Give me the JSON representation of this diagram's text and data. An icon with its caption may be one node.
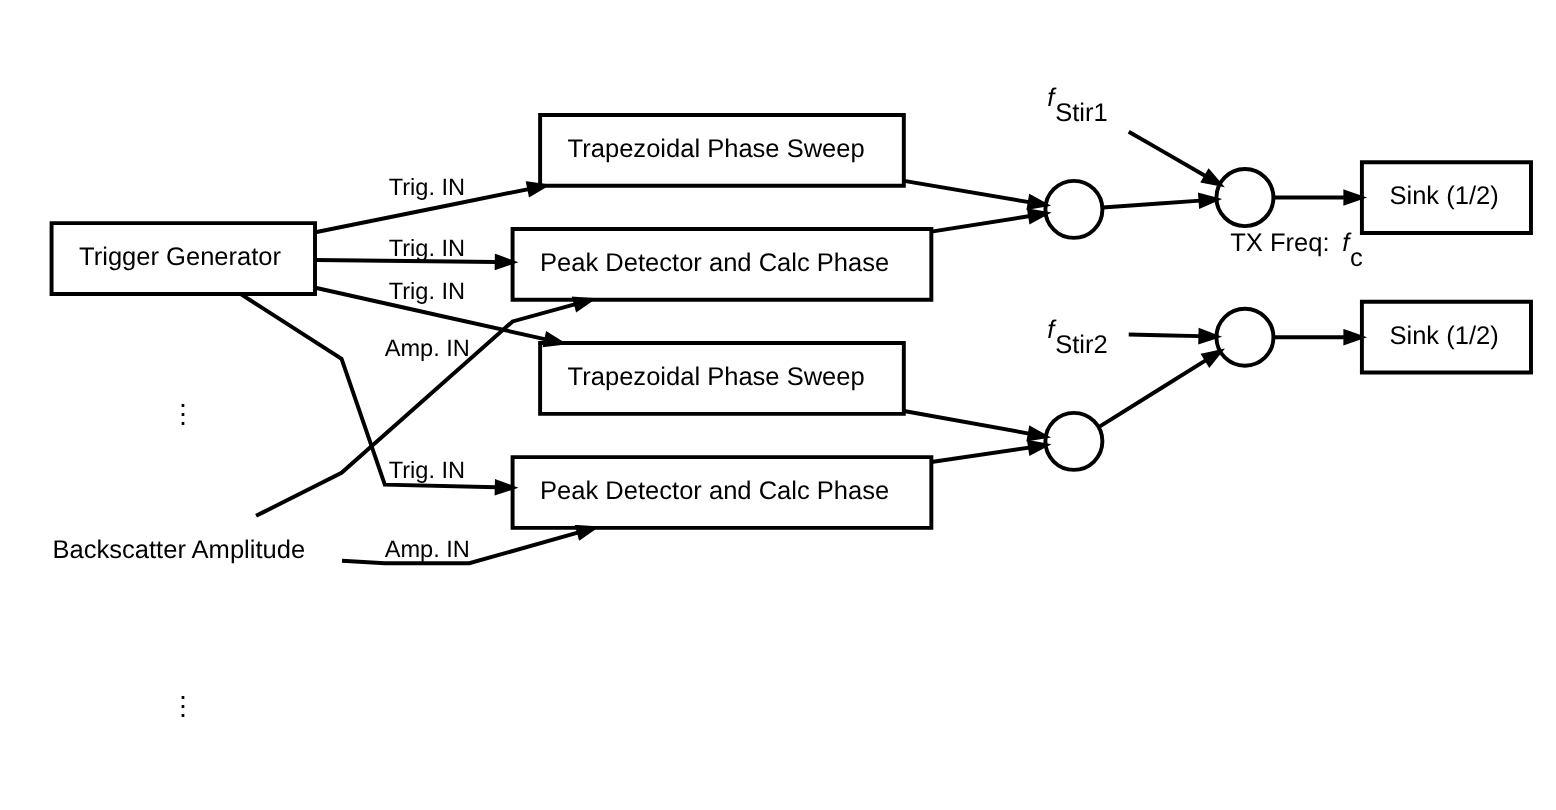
{
  "diagram": {
    "nodes": [
      {
        "text": [
          "Trigger Generator"
        ]
      },
      {
        "text": [
          "Backscatter Amplitude"
        ]
      },
      {
        "text": [
          "Peak Detector and Calc Phase"
        ]
      },
      {
        "text": [
          "Trapezoidal Phase Sweep"
        ]
      },
      {
        "text": [],
        "shape": "circle"
      },
      {
        "text": [],
        "shape": "circle"
      },
      {
        "text": [
          "*f*$_{Stir1}$"
        ]
      },
      {
        "text": [
          "Sink (1/2)"
        ],
        "beside": [
          "TX Freq: *f*$_{c}$"
        ]
      },
      {
        "text": [
          "Peak Detector and Calc Phase"
        ]
      },
      {
        "text": [
          "Trapezoidal Phase Sweep"
        ]
      },
      {
        "text": [],
        "shape": "circle"
      },
      {
        "text": [],
        "shape": "circle"
      },
      {
        "text": [
          "*f*$_{Stir2}$"
        ]
      },
      {
        "text": [
          "Sink (1/2)"
        ]
      }
    ],
    "edges": [
      {
        "from": 1,
        "to": 2,
        "arrow": "to",
        "label": "Amp. IN"
      },
      {
        "from": 0,
        "to": 2,
        "arrow": "to",
        "label": "Trig. IN"
      },
      {
        "from": 0,
        "to": 3,
        "arrow": "to",
        "label": "Trig. IN"
      },
      {
        "from": 2,
        "to": 4,
        "arrow": "to"
      },
      {
        "from": 3,
        "to": 4,
        "arrow": "to"
      },
      {
        "from": 4,
        "to": 5,
        "arrow": "to"
      },
      {
        "from": 6,
        "to": 5,
        "arrow": "to"
      },
      {
        "from": 5,
        "to": 7,
        "arrow": "to"
      },
      {
        "from": 1,
        "to": 8,
        "arrow": "to",
        "label": "Amp. IN"
      },
      {
        "from": 0,
        "to": 8,
        "arrow": "to",
        "label": "Trig. IN"
      },
      {
        "from": 0,
        "to": 9,
        "arrow": "to",
        "label": "Trig. IN"
      },
      {
        "from": 8,
        "to": 10,
        "arrow": "to"
      },
      {
        "from": 9,
        "to": 10,
        "arrow": "to"
      },
      {
        "from": 10,
        "to": 11,
        "arrow": "to"
      },
      {
        "from": 12,
        "to": 11,
        "arrow": "to"
      },
      {
        "from": 11,
        "to": 13,
        "arrow": "to"
      }
    ],
    "labels": [
      "⋮",
      "⋮"
    ]
  }
}
